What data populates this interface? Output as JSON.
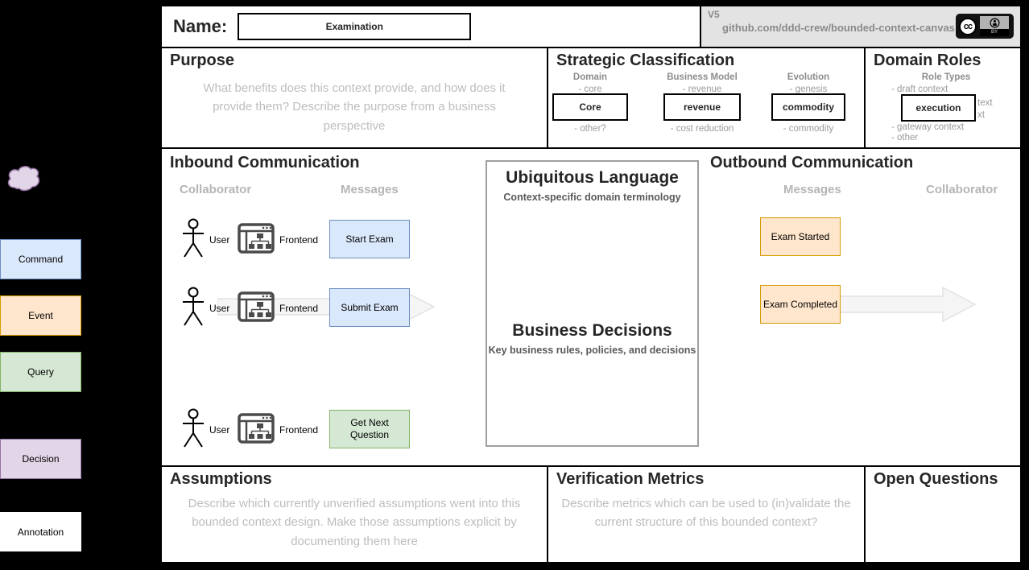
{
  "header": {
    "name_label": "Name:",
    "name_value": "Examination",
    "version": "V5",
    "repo_url": "github.com/ddd-crew/bounded-context-canvas",
    "cc_label": "cc",
    "by_label": "BY"
  },
  "purpose": {
    "title": "Purpose",
    "placeholder": "What benefits does this context provide, and how does it provide them? Describe the purpose from a business perspective"
  },
  "strategic": {
    "title": "Strategic Classification",
    "columns": [
      {
        "label": "Domain",
        "top_item": "- core",
        "value": "Core",
        "bottom_item": "- other?"
      },
      {
        "label": "Business Model",
        "top_item": "- revenue",
        "value": "revenue",
        "bottom_item": "- cost reduction"
      },
      {
        "label": "Evolution",
        "top_item": "- genesis",
        "value": "commodity",
        "bottom_item": "- commodity"
      }
    ]
  },
  "domain_roles": {
    "title": "Domain Roles",
    "subtitle": "Role Types",
    "item_top": "- draft context",
    "value": "execution",
    "fragment_1": "text",
    "fragment_2": "xt",
    "item_gateway": "- gateway context",
    "item_other": "- other"
  },
  "inbound": {
    "title": "Inbound Communication",
    "collaborator_label": "Collaborator",
    "messages_label": "Messages",
    "rows": [
      {
        "actor": "User",
        "system": "Frontend",
        "message": "Start Exam"
      },
      {
        "actor": "User",
        "system": "Frontend",
        "message": "Submit Exam"
      },
      {
        "actor": "User",
        "system": "Frontend",
        "message": "Get Next Question"
      }
    ]
  },
  "center": {
    "ul_title": "Ubiquitous Language",
    "ul_subtitle": "Context-specific domain terminology",
    "bd_title": "Business Decisions",
    "bd_subtitle": "Key business rules, policies, and decisions"
  },
  "outbound": {
    "title": "Outbound Communication",
    "messages_label": "Messages",
    "collaborator_label": "Collaborator",
    "messages": [
      {
        "label": "Exam Started"
      },
      {
        "label": "Exam Completed"
      }
    ]
  },
  "assumptions": {
    "title": "Assumptions",
    "placeholder": "Describe which currently unverified assumptions went into this bounded context design. Make those assumptions explicit by documenting them here"
  },
  "verification": {
    "title": "Verification Metrics",
    "placeholder": "Describe metrics which can be used to (in)validate the current structure of this bounded context?"
  },
  "open_questions": {
    "title": "Open Questions"
  },
  "legend": {
    "items": [
      {
        "label": "Command"
      },
      {
        "label": "Event"
      },
      {
        "label": "Query"
      },
      {
        "label": "Decision"
      },
      {
        "label": "Annotation"
      }
    ]
  },
  "colors": {
    "command_fill": "#dae8fc",
    "command_border": "#6c8ebf",
    "event_fill": "#ffe6cc",
    "event_border": "#d79b00",
    "query_fill": "#d5e8d4",
    "query_border": "#82b366",
    "decision_fill": "#e1d5e7",
    "decision_border": "#9673a6",
    "annotation_fill": "#ffffff",
    "editor_background": "#000000",
    "meta_cell_background": "#e3e3e3",
    "placeholder_text": "#bdbdbd",
    "muted_label_text": "#8c8c8c",
    "arrow_fill": "#f5f5f5",
    "arrow_border": "#e2e2e2"
  }
}
